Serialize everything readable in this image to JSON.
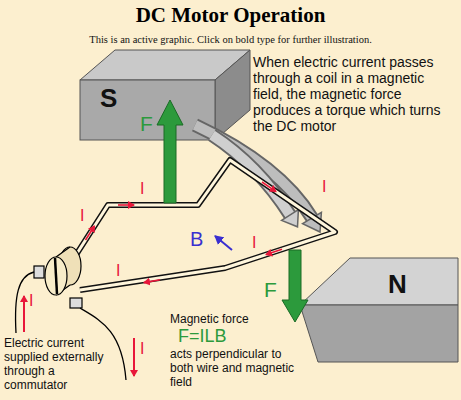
{
  "diagram": {
    "title": "DC Motor Operation",
    "nodes": [
      {
        "text": [
          "S"
        ]
      },
      {
        "text": [
          "N"
        ]
      }
    ],
    "labels": [
      "This is an active graphic. Click on bold type for further illustration.",
      "When electric current passes through a coil in a magnetic field, the magnetic force produces a torque which turns the DC motor",
      "F",
      "I",
      "I",
      "B",
      "I",
      "I",
      "I",
      "F",
      "I",
      "I",
      "Magnetic force",
      "F=ILB",
      "acts perpendicular to both wire and magnetic field",
      "Electric current supplied externally through a commutator"
    ]
  }
}
